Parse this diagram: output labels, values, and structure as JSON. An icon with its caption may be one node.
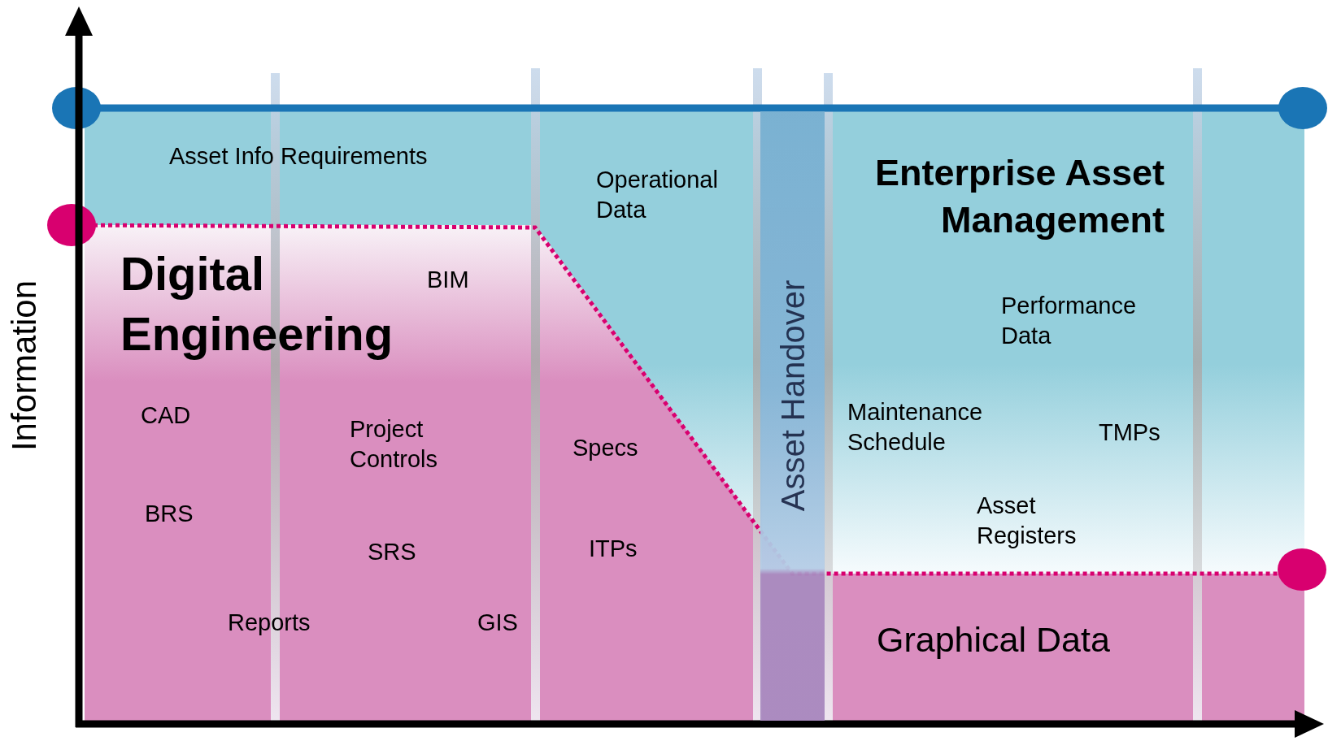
{
  "diagram": {
    "nodes": [
      {
        "text": [
          "Asset Handover"
        ]
      }
    ],
    "labels": [
      "Information",
      "Asset Info Requirements",
      "Operational Data",
      "Enterprise Asset Management",
      "Digital Engineering",
      "BIM",
      "Performance Data",
      "CAD",
      "Maintenance Schedule",
      "Project Controls",
      "TMPs",
      "Specs",
      "BRS",
      "Asset Registers",
      "SRS",
      "ITPs",
      "Reports",
      "GIS",
      "Graphical Data"
    ]
  }
}
